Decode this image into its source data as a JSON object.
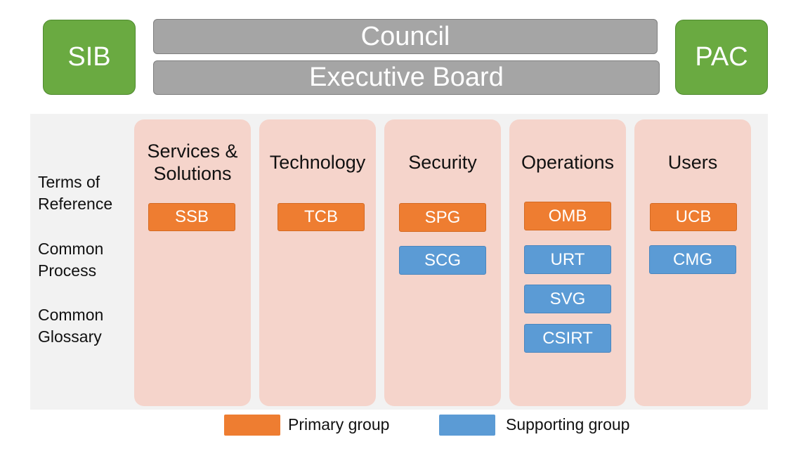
{
  "top": {
    "left_box": "SIB",
    "right_box": "PAC",
    "council": "Council",
    "executive_board": "Executive Board"
  },
  "side_labels": [
    {
      "line1": "Terms of",
      "line2": "Reference"
    },
    {
      "line1": "Common",
      "line2": "Process"
    },
    {
      "line1": "Common",
      "line2": "Glossary"
    }
  ],
  "columns": [
    {
      "title_line1": "Services &",
      "title_line2": "Solutions",
      "groups": [
        {
          "label": "SSB",
          "kind": "primary"
        }
      ]
    },
    {
      "title_line1": "Technology",
      "title_line2": "",
      "groups": [
        {
          "label": "TCB",
          "kind": "primary"
        }
      ]
    },
    {
      "title_line1": "Security",
      "title_line2": "",
      "groups": [
        {
          "label": "SPG",
          "kind": "primary"
        },
        {
          "label": "SCG",
          "kind": "supporting"
        }
      ]
    },
    {
      "title_line1": "Operations",
      "title_line2": "",
      "groups": [
        {
          "label": "OMB",
          "kind": "primary"
        },
        {
          "label": "URT",
          "kind": "supporting"
        },
        {
          "label": "SVG",
          "kind": "supporting"
        },
        {
          "label": "CSIRT",
          "kind": "supporting"
        }
      ]
    },
    {
      "title_line1": "Users",
      "title_line2": "",
      "groups": [
        {
          "label": "UCB",
          "kind": "primary"
        },
        {
          "label": "CMG",
          "kind": "supporting"
        }
      ]
    }
  ],
  "legend": {
    "primary": "Primary group",
    "supporting": "Supporting group"
  },
  "colors": {
    "green": "#6aaa41",
    "grey": "#a5a5a5",
    "column": "#f5d4cb",
    "primary": "#ee7d31",
    "supporting": "#5b9bd5"
  }
}
